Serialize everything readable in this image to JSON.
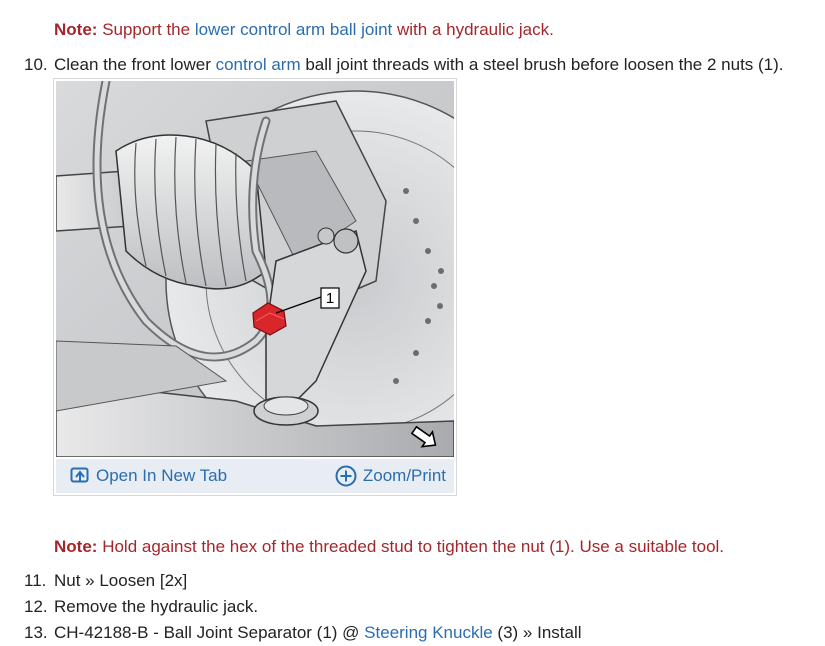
{
  "note1": {
    "label": "Note:",
    "text_before": "Support the ",
    "link": "lower control arm ball joint",
    "text_after": " with a hydraulic jack."
  },
  "step10": {
    "number": "10.",
    "text_before": "Clean the front lower ",
    "link": "control arm",
    "text_after": " ball joint threads with a steel brush before loosen the 2 nuts (1)."
  },
  "figure": {
    "callout": "1",
    "open_tab_label": "Open In New Tab",
    "zoom_label": "Zoom/Print",
    "icons": {
      "open_tab": "open-new-tab-icon",
      "zoom": "zoom-plus-icon",
      "direction": "forward-arrow-icon"
    },
    "colors": {
      "highlight": "#d8262a",
      "link": "#2a6db0",
      "bar": "#e8edf3"
    }
  },
  "note2": {
    "label": "Note:",
    "text": "Hold against the hex of the threaded stud to tighten the nut (1). Use a suitable tool."
  },
  "step11": {
    "number": "11.",
    "text": "Nut » Loosen [2x]"
  },
  "step12": {
    "number": "12.",
    "text": "Remove the hydraulic jack."
  },
  "step13": {
    "number": "13.",
    "text_before": "CH-42188-B - Ball Joint Separator (1) @ ",
    "link": "Steering Knuckle",
    "text_after": " (3) » Install"
  }
}
